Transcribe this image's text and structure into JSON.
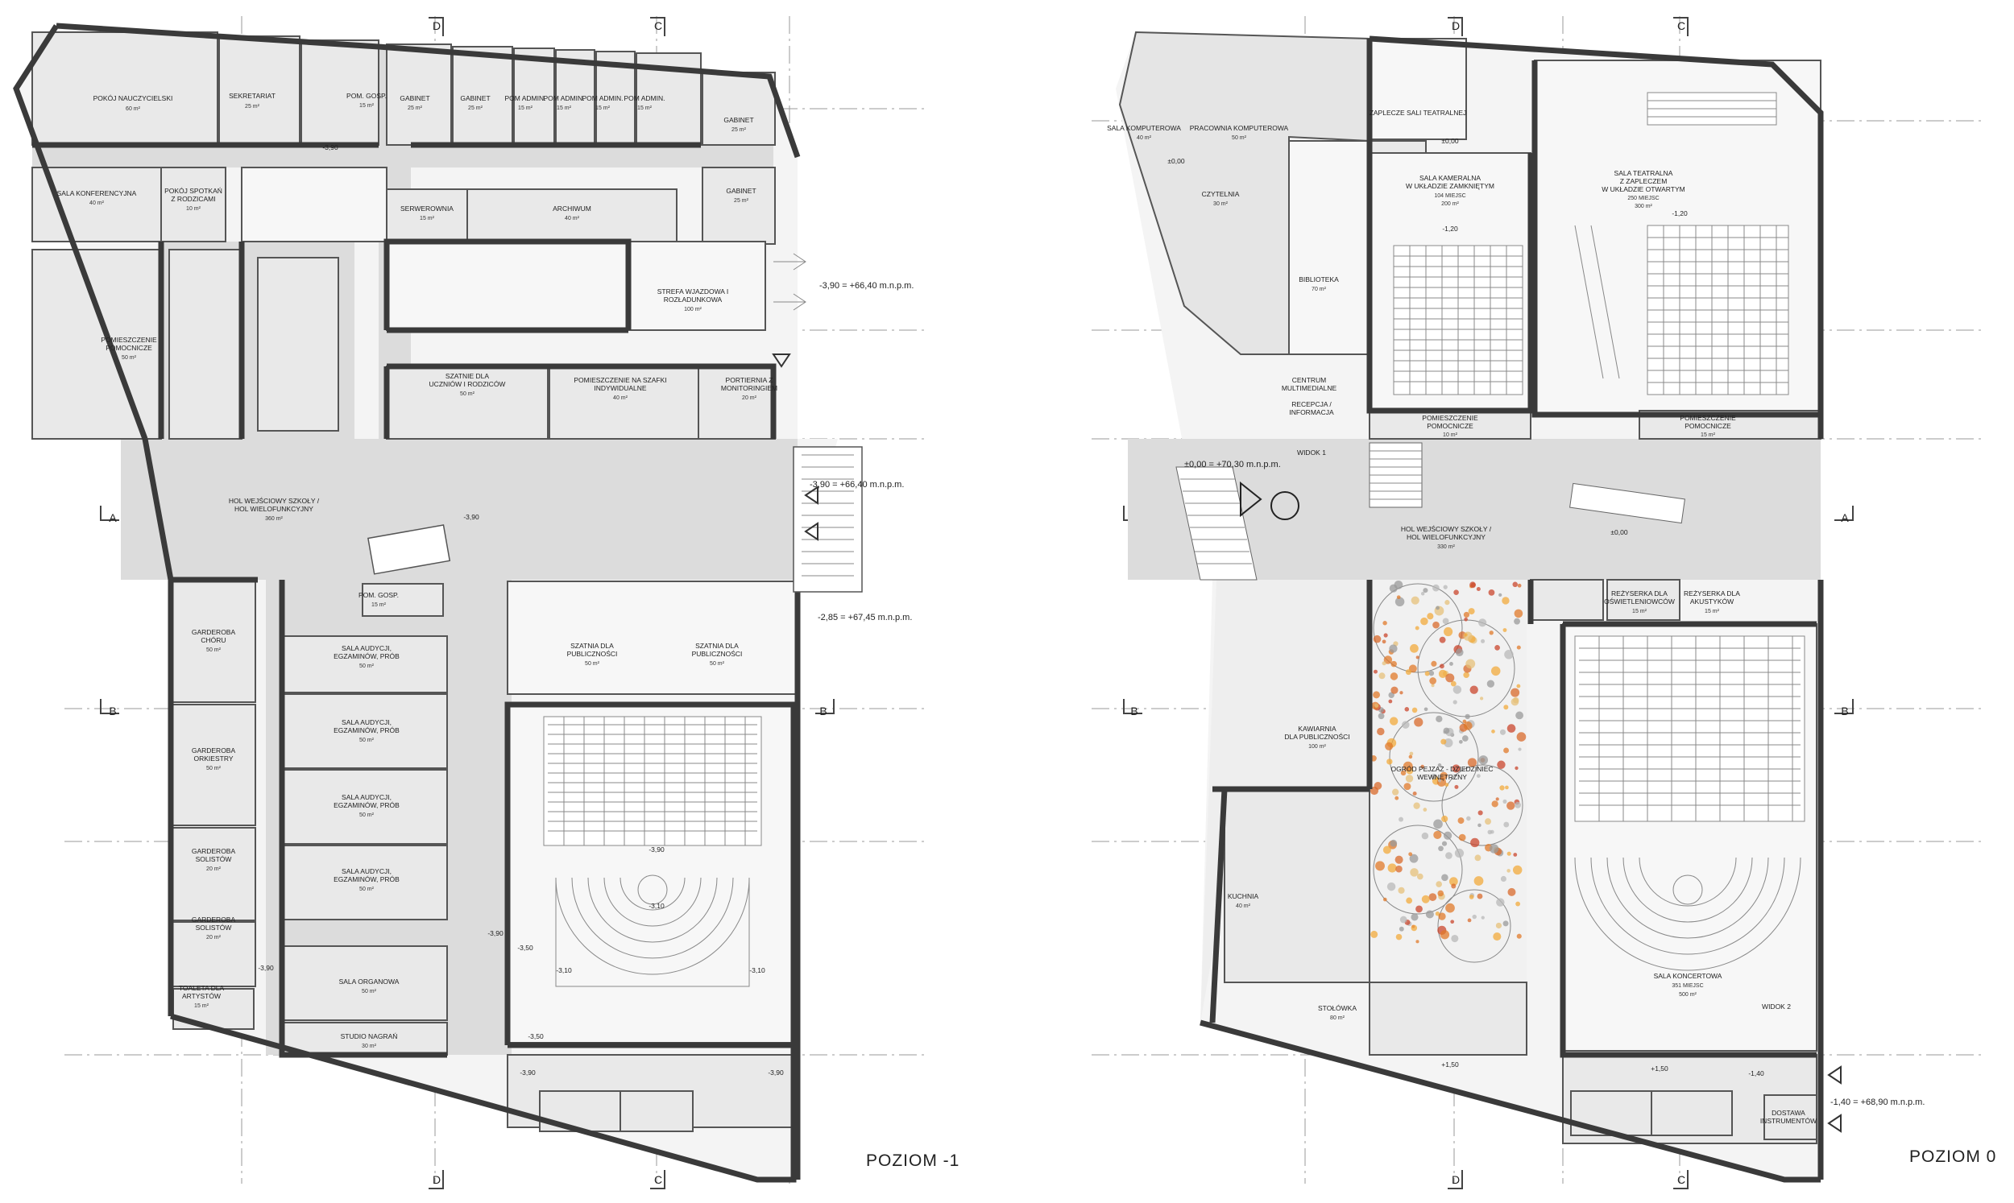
{
  "titles": {
    "left": "POZIOM -1",
    "right": "POZIOM 0"
  },
  "sections": {
    "a": "A",
    "b": "B",
    "c": "C",
    "d": "D"
  },
  "levels": {
    "l1": "-3,90 = +66,40 m.n.p.m.",
    "l2": "-3,90 = +66,40 m.n.p.m.",
    "l3": "-2,85 = +67,45 m.n.p.m.",
    "r1": "±0,00 = +70,30 m.n.p.m.",
    "r2": "-1,40 = +68,90 m.n.p.m.",
    "m390": "-3,90",
    "m310": "-3,10",
    "m350": "-3,50",
    "m000": "±0,00",
    "m120": "-1,20",
    "m150": "+1,50",
    "m140": "-1,40"
  },
  "rooms_left": {
    "pokoj": [
      "POKÓJ NAUCZYCIELSKI",
      "60 m²"
    ],
    "sekretariat": [
      "SEKRETARIAT",
      "25 m²"
    ],
    "pomgosp": [
      "POM. GOSP.",
      "15 m²"
    ],
    "gab1": [
      "GABINET",
      "25 m²"
    ],
    "gab2": [
      "GABINET",
      "25 m²"
    ],
    "adm1": [
      "POM ADMIN.",
      "15 m²"
    ],
    "adm2": [
      "POM ADMIN.",
      "15 m²"
    ],
    "adm3": [
      "POM ADMIN.",
      "15 m²"
    ],
    "adm4": [
      "POM ADMIN.",
      "15 m²"
    ],
    "gab3": [
      "GABINET",
      "25 m²"
    ],
    "gab4": [
      "GABINET",
      "25 m²"
    ],
    "konf": [
      "SALA KONFERENCYJNA",
      "40 m²"
    ],
    "spotkan": [
      "POKÓJ SPOTKAŃ",
      "Z RODZICAMI",
      "10 m²"
    ],
    "serw": [
      "SERWEROWNIA",
      "15 m²"
    ],
    "archiwum": [
      "ARCHIWUM",
      "40 m²"
    ],
    "strefa": [
      "STREFA WJAZDOWA I",
      "ROZŁADUNKOWA",
      "100 m²"
    ],
    "pomoc": [
      "POMIESZCZENIE",
      "POMOCNICZE",
      "50 m²"
    ],
    "szatnie": [
      "SZATNIE DLA",
      "UCZNIÓW I RODZICÓW",
      "50 m²"
    ],
    "szafki": [
      "POMIESZCZENIE NA SZAFKI",
      "INDYWIDUALNE",
      "40 m²"
    ],
    "portiernia": [
      "PORTIERNIA Z",
      "MONITORINGIEM",
      "20 m²"
    ],
    "hol": [
      "HOL WEJŚCIOWY SZKOŁY /",
      "HOL WIELOFUNKCYJNY",
      "360 m²"
    ],
    "garchor": [
      "GARDEROBA",
      "CHÓRU",
      "50 m²"
    ],
    "garork": [
      "GARDEROBA",
      "ORKIESTRY",
      "50 m²"
    ],
    "garsol1": [
      "GARDEROBA",
      "SOLISTÓW",
      "20 m²"
    ],
    "garsol2": [
      "GARDEROBA",
      "SOLISTÓW",
      "20 m²"
    ],
    "toaleta": [
      "TOALETA DLA",
      "ARTYSTÓW",
      "15 m²"
    ],
    "pomgosp2": [
      "POM. GOSP.",
      "15 m²"
    ],
    "aud1": [
      "SALA AUDYCJI,",
      "EGZAMINÓW, PRÓB",
      "50 m²"
    ],
    "aud2": [
      "SALA AUDYCJI,",
      "EGZAMINÓW, PRÓB",
      "50 m²"
    ],
    "aud3": [
      "SALA AUDYCJI,",
      "EGZAMINÓW, PRÓB",
      "50 m²"
    ],
    "aud4": [
      "SALA AUDYCJI,",
      "EGZAMINÓW, PRÓB",
      "50 m²"
    ],
    "organowa": [
      "SALA ORGANOWA",
      "50 m²"
    ],
    "studio": [
      "STUDIO NAGRAŃ",
      "30 m²"
    ],
    "szatpub1": [
      "SZATNIA DLA",
      "PUBLICZNOŚCI",
      "50 m²"
    ],
    "szatpub2": [
      "SZATNIA DLA",
      "PUBLICZNOŚCI",
      "50 m²"
    ]
  },
  "rooms_right": {
    "komp": [
      "SALA KOMPUTEROWA",
      "40 m²"
    ],
    "prac": [
      "PRACOWNIA KOMPUTEROWA",
      "50 m²"
    ],
    "zaplecze": [
      "ZAPLECZE SALI TEATRALNEJ"
    ],
    "czytelnia": [
      "CZYTELNIA",
      "30 m²"
    ],
    "biblioteka": [
      "BIBLIOTEKA",
      "70 m²"
    ],
    "kameralna": [
      "SALA KAMERALNA",
      "W UKŁADZIE ZAMKNIĘTYM",
      "104 MIEJSC",
      "200 m²"
    ],
    "teatralna": [
      "SALA TEATRALNA",
      "Z ZAPLECZEM",
      "W UKŁADZIE OTWARTYM",
      "250 MIEJSC",
      "300 m²"
    ],
    "centrum": [
      "CENTRUM",
      "MULTIMEDIALNE"
    ],
    "recepcja": [
      "RECEPCJA /",
      "INFORMACJA"
    ],
    "pom1": [
      "POMIESZCZENIE",
      "POMOCNICZE",
      "10 m²"
    ],
    "pom2": [
      "POMIESZCZENIE",
      "POMOCNICZE",
      "15 m²"
    ],
    "widok1": [
      "WIDOK 1"
    ],
    "hol": [
      "HOL WEJŚCIOWY SZKOŁY /",
      "HOL WIELOFUNKCYJNY",
      "330 m²"
    ],
    "rez1": [
      "REŻYSERKA DLA",
      "OŚWIETLENIOWCÓW",
      "15 m²"
    ],
    "rez2": [
      "REŻYSERKA DLA",
      "AKUSTYKÓW",
      "15 m²"
    ],
    "kawiarnia": [
      "KAWIARNIA",
      "DLA PUBLICZNOŚCI",
      "100 m²"
    ],
    "ogrod": [
      "OGRÓD PEJZAŻ - DZIEDZINIEC",
      "WEWNĘTRZNY"
    ],
    "kuchnia": [
      "KUCHNIA",
      "40 m²"
    ],
    "stolowka": [
      "STOŁÓWKA",
      "80 m²"
    ],
    "koncertowa": [
      "SALA KONCERTOWA",
      "351 MIEJSC",
      "500 m²"
    ],
    "widok2": [
      "WIDOK 2"
    ],
    "dostawa": [
      "DOSTAWA",
      "INSTRUMENTÓW"
    ]
  }
}
